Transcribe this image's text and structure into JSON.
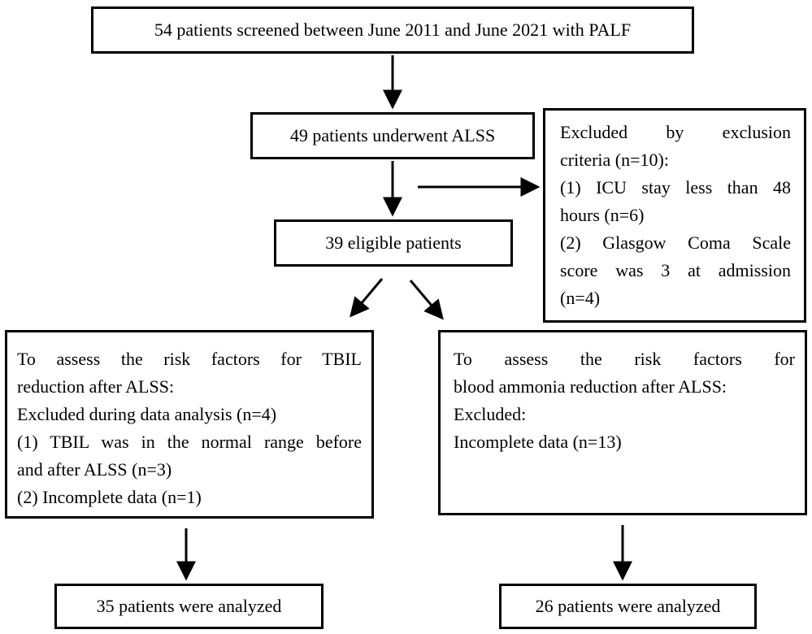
{
  "boxes": {
    "screened": "54 patients screened between June 2011 and June 2021 with PALF",
    "alss": "49 patients underwent ALSS",
    "eligible": "39 eligible patients",
    "excluded": {
      "lines": [
        "Excluded by exclusion",
        "criteria (n=10):",
        "(1) ICU stay less than 48",
        "hours (n=6)",
        "(2) Glasgow Coma Scale",
        "score was 3 at admission",
        "(n=4)"
      ]
    },
    "tbil": {
      "lines": [
        "To assess the risk factors for TBIL",
        "reduction after ALSS:",
        "Excluded during data analysis (n=4)",
        "(1) TBIL was in the normal range before",
        "and after ALSS (n=3)",
        "(2) Incomplete data (n=1)"
      ]
    },
    "ammonia": {
      "lines": [
        "To assess the risk factors for",
        "blood ammonia reduction after ALSS:",
        "Excluded:",
        "Incomplete data (n=13)"
      ]
    },
    "analyzed_left": "35 patients were analyzed",
    "analyzed_right": "26 patients were analyzed"
  }
}
